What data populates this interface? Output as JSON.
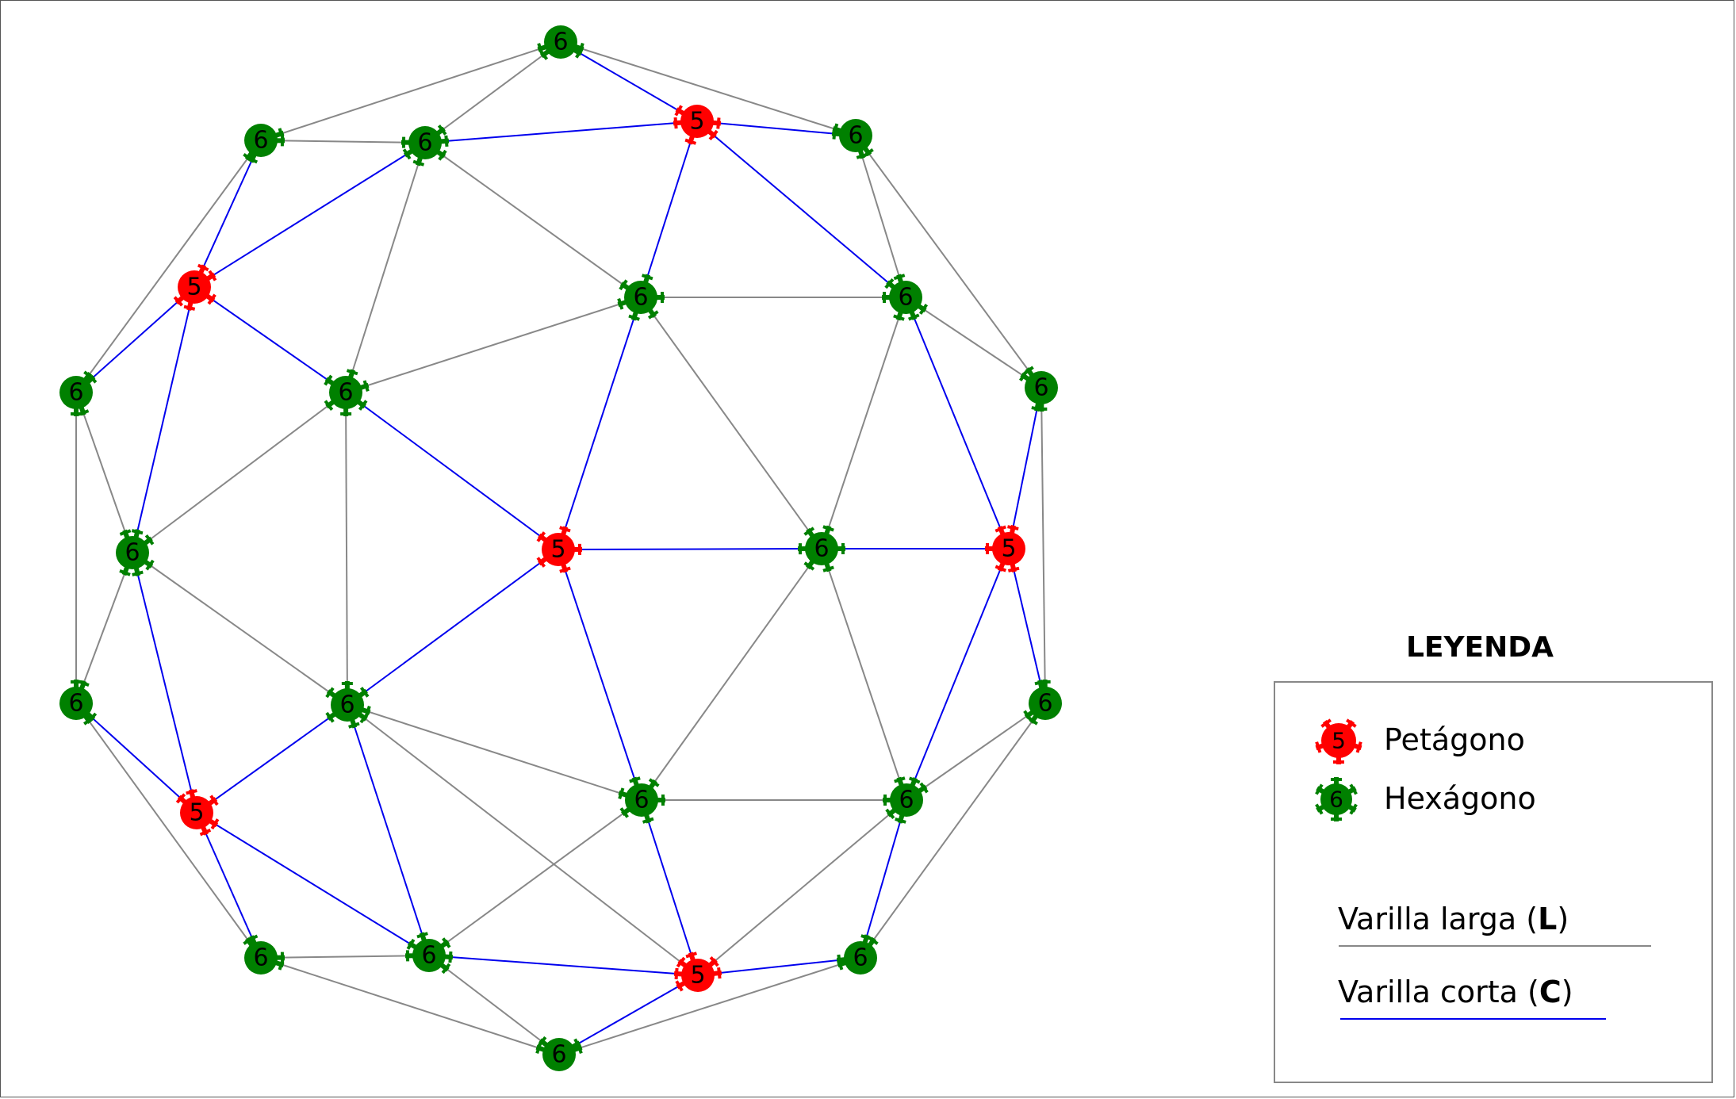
{
  "colors": {
    "pentagon": "#ff0000",
    "hexagon": "#008000",
    "long_rod": "#888888",
    "short_rod": "#0000ee"
  },
  "legend": {
    "title": "LEYENDA",
    "pentagon_label": "Petágono",
    "hexagon_label": "Hexágono",
    "pentagon_symbol": "5",
    "hexagon_symbol": "6",
    "long_rod_text": "Varilla larga (",
    "long_rod_code": "L",
    "short_rod_text": "Varilla corta (",
    "short_rod_code": "C",
    "close_paren": ")"
  },
  "nodes": [
    {
      "id": "A",
      "label": "6",
      "type": "hex"
    },
    {
      "id": "B",
      "label": "6",
      "type": "hex"
    },
    {
      "id": "C",
      "label": "6",
      "type": "hex"
    },
    {
      "id": "D",
      "label": "5",
      "type": "pent"
    },
    {
      "id": "E",
      "label": "6",
      "type": "hex"
    },
    {
      "id": "F",
      "label": "5",
      "type": "pent"
    },
    {
      "id": "G",
      "label": "6",
      "type": "hex"
    },
    {
      "id": "H",
      "label": "6",
      "type": "hex"
    },
    {
      "id": "I",
      "label": "6",
      "type": "hex"
    },
    {
      "id": "J",
      "label": "6",
      "type": "hex"
    },
    {
      "id": "K",
      "label": "6",
      "type": "hex"
    },
    {
      "id": "L",
      "label": "6",
      "type": "hex"
    },
    {
      "id": "M",
      "label": "5",
      "type": "pent"
    },
    {
      "id": "N",
      "label": "6",
      "type": "hex"
    },
    {
      "id": "O",
      "label": "5",
      "type": "pent"
    },
    {
      "id": "P",
      "label": "6",
      "type": "hex"
    },
    {
      "id": "Q",
      "label": "6",
      "type": "hex"
    },
    {
      "id": "R",
      "label": "6",
      "type": "hex"
    },
    {
      "id": "S",
      "label": "6",
      "type": "hex"
    },
    {
      "id": "T",
      "label": "6",
      "type": "hex"
    },
    {
      "id": "U",
      "label": "5",
      "type": "pent"
    },
    {
      "id": "V",
      "label": "6",
      "type": "hex"
    },
    {
      "id": "W",
      "label": "6",
      "type": "hex"
    },
    {
      "id": "X",
      "label": "6",
      "type": "hex"
    },
    {
      "id": "Y",
      "label": "5",
      "type": "pent"
    },
    {
      "id": "Z",
      "label": "6",
      "type": "hex"
    }
  ],
  "edges": [
    [
      "A",
      "B",
      "L"
    ],
    [
      "A",
      "C",
      "L"
    ],
    [
      "A",
      "D",
      "C"
    ],
    [
      "A",
      "E",
      "L"
    ],
    [
      "B",
      "C",
      "L"
    ],
    [
      "B",
      "F",
      "C"
    ],
    [
      "B",
      "I",
      "L"
    ],
    [
      "C",
      "D",
      "C"
    ],
    [
      "C",
      "F",
      "C"
    ],
    [
      "C",
      "G",
      "L"
    ],
    [
      "C",
      "J",
      "L"
    ],
    [
      "D",
      "E",
      "C"
    ],
    [
      "D",
      "G",
      "C"
    ],
    [
      "D",
      "H",
      "C"
    ],
    [
      "E",
      "H",
      "L"
    ],
    [
      "E",
      "K",
      "L"
    ],
    [
      "F",
      "I",
      "C"
    ],
    [
      "F",
      "J",
      "C"
    ],
    [
      "F",
      "N",
      "C"
    ],
    [
      "G",
      "H",
      "L"
    ],
    [
      "G",
      "J",
      "L"
    ],
    [
      "G",
      "M",
      "C"
    ],
    [
      "G",
      "L",
      "L"
    ],
    [
      "H",
      "K",
      "L"
    ],
    [
      "H",
      "L",
      "L"
    ],
    [
      "H",
      "O",
      "C"
    ],
    [
      "I",
      "N",
      "L"
    ],
    [
      "I",
      "P",
      "L"
    ],
    [
      "J",
      "N",
      "L"
    ],
    [
      "J",
      "M",
      "C"
    ],
    [
      "J",
      "R",
      "L"
    ],
    [
      "K",
      "O",
      "C"
    ],
    [
      "K",
      "Q",
      "L"
    ],
    [
      "L",
      "M",
      "C"
    ],
    [
      "L",
      "O",
      "C"
    ],
    [
      "L",
      "S",
      "L"
    ],
    [
      "L",
      "T",
      "L"
    ],
    [
      "M",
      "S",
      "C"
    ],
    [
      "M",
      "R",
      "C"
    ],
    [
      "N",
      "P",
      "L"
    ],
    [
      "N",
      "R",
      "L"
    ],
    [
      "N",
      "U",
      "C"
    ],
    [
      "O",
      "Q",
      "C"
    ],
    [
      "O",
      "T",
      "C"
    ],
    [
      "P",
      "U",
      "C"
    ],
    [
      "P",
      "V",
      "L"
    ],
    [
      "Q",
      "T",
      "L"
    ],
    [
      "Q",
      "X",
      "L"
    ],
    [
      "R",
      "U",
      "C"
    ],
    [
      "R",
      "W",
      "C"
    ],
    [
      "R",
      "S",
      "L"
    ],
    [
      "R",
      "Y",
      "L"
    ],
    [
      "S",
      "T",
      "L"
    ],
    [
      "S",
      "W",
      "L"
    ],
    [
      "S",
      "Y",
      "C"
    ],
    [
      "T",
      "X",
      "C"
    ],
    [
      "T",
      "Y",
      "L"
    ],
    [
      "U",
      "V",
      "C"
    ],
    [
      "U",
      "W",
      "C"
    ],
    [
      "V",
      "W",
      "L"
    ],
    [
      "V",
      "Z",
      "L"
    ],
    [
      "W",
      "Y",
      "C"
    ],
    [
      "W",
      "Z",
      "L"
    ],
    [
      "X",
      "Y",
      "C"
    ],
    [
      "X",
      "Z",
      "L"
    ],
    [
      "Y",
      "Z",
      "C"
    ]
  ]
}
